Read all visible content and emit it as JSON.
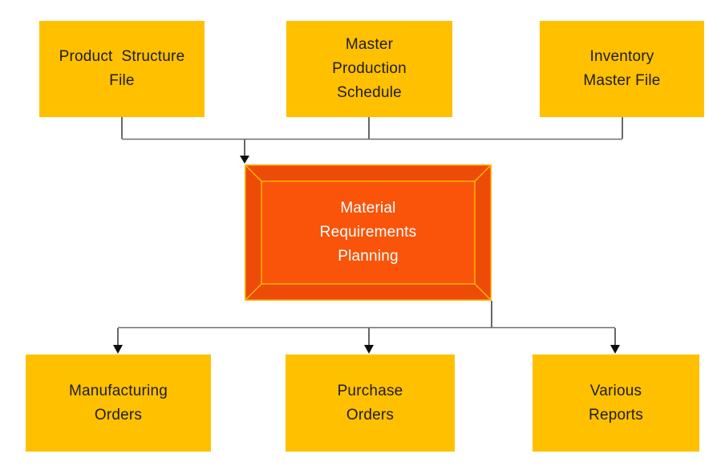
{
  "diagram_title": "Material Requirements Planning flow diagram",
  "colors": {
    "background": "#ffffff",
    "node_fill": "#FFC000",
    "node_text": "#1d1d1d",
    "mrp_outer_fill": "#EE4A08",
    "mrp_inner_fill": "#F95409",
    "mrp_frame_line": "#FFB800",
    "mrp_text": "#ffffff",
    "connector_line": "#6e6e6e",
    "connector_drop": "#262626",
    "arrowhead": "#0f0f0f"
  },
  "top_row": [
    {
      "id": "product-structure-file",
      "label": "Product  Structure\nFile"
    },
    {
      "id": "master-production-schedule",
      "label": "Master\nProduction\nSchedule"
    },
    {
      "id": "inventory-master-file",
      "label": "Inventory\nMaster File"
    }
  ],
  "center": {
    "id": "material-requirements-planning",
    "label": "Material\nRequirements\nPlanning"
  },
  "bottom_row": [
    {
      "id": "manufacturing-orders",
      "label": "Manufacturing\nOrders"
    },
    {
      "id": "purchase-orders",
      "label": "Purchase\nOrders"
    },
    {
      "id": "various-reports",
      "label": "Various\nReports"
    }
  ],
  "edges": [
    {
      "from": "product-structure-file",
      "to": "material-requirements-planning"
    },
    {
      "from": "master-production-schedule",
      "to": "material-requirements-planning"
    },
    {
      "from": "inventory-master-file",
      "to": "material-requirements-planning"
    },
    {
      "from": "material-requirements-planning",
      "to": "manufacturing-orders"
    },
    {
      "from": "material-requirements-planning",
      "to": "purchase-orders"
    },
    {
      "from": "material-requirements-planning",
      "to": "various-reports"
    }
  ]
}
